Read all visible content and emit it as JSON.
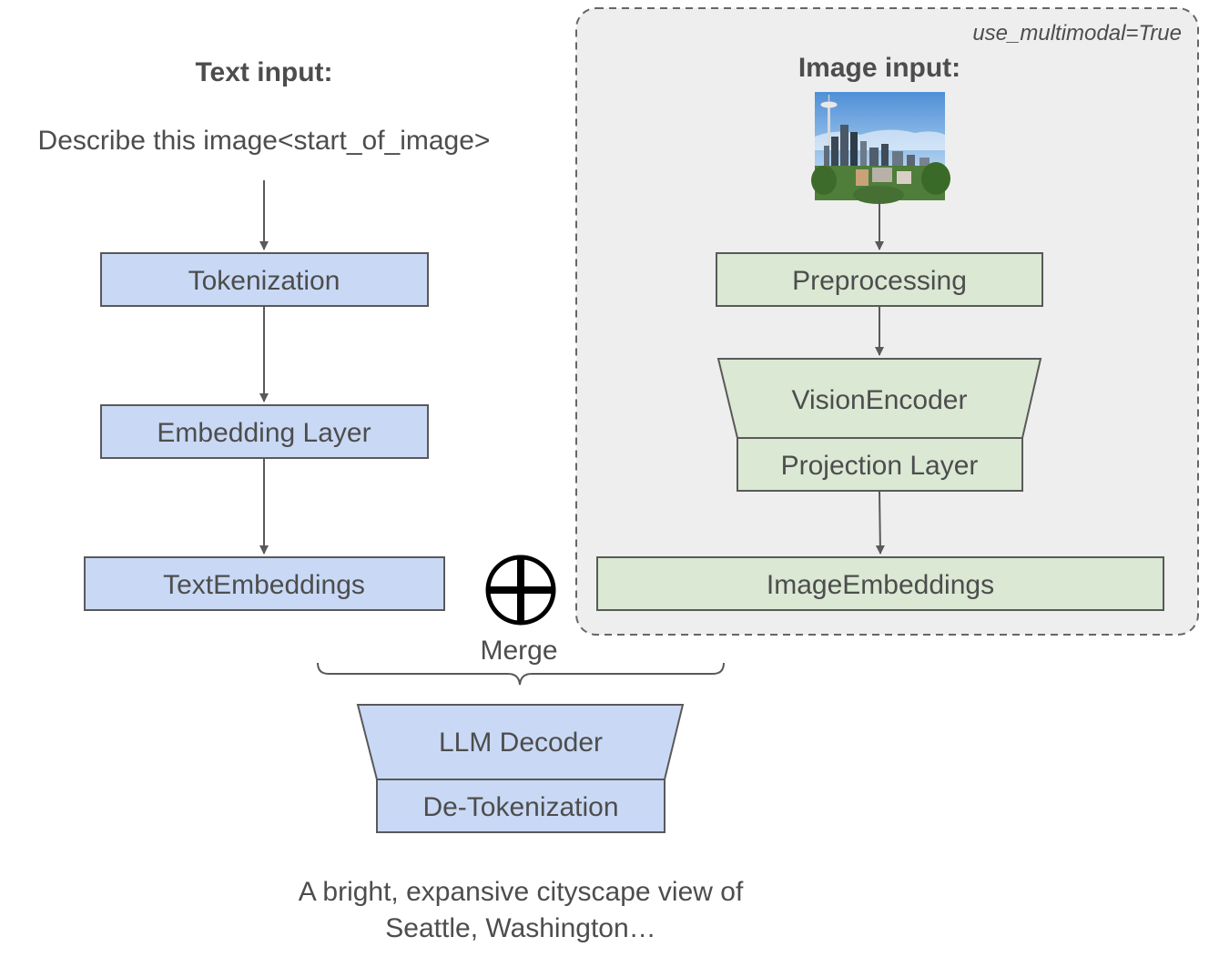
{
  "colors": {
    "text": "#4d4d4d",
    "blue_fill": "#c9d9f5",
    "green_fill": "#dae8d4",
    "box_stroke": "#595959",
    "panel_fill": "#eeeeee",
    "panel_stroke": "#666666",
    "arrow": "#595959"
  },
  "text_column": {
    "heading": "Text input:",
    "input_text": "Describe this image<start_of_image>",
    "tokenization": "Tokenization",
    "embedding_layer": "Embedding Layer",
    "text_embeddings": "TextEmbeddings"
  },
  "image_panel": {
    "flag_label": "use_multimodal=True",
    "heading": "Image input:",
    "preprocessing": "Preprocessing",
    "vision_encoder": "VisionEncoder",
    "projection_layer": "Projection Layer",
    "image_embeddings": "ImageEmbeddings",
    "thumbnail_icon": "seattle-cityscape-photo"
  },
  "merge": {
    "symbol_icon": "circled-plus-icon",
    "label": "Merge"
  },
  "decoder": {
    "llm_decoder": "LLM Decoder",
    "detokenization": "De-Tokenization"
  },
  "output": {
    "line1": "A bright, expansive cityscape view of",
    "line2": "Seattle, Washington…"
  }
}
